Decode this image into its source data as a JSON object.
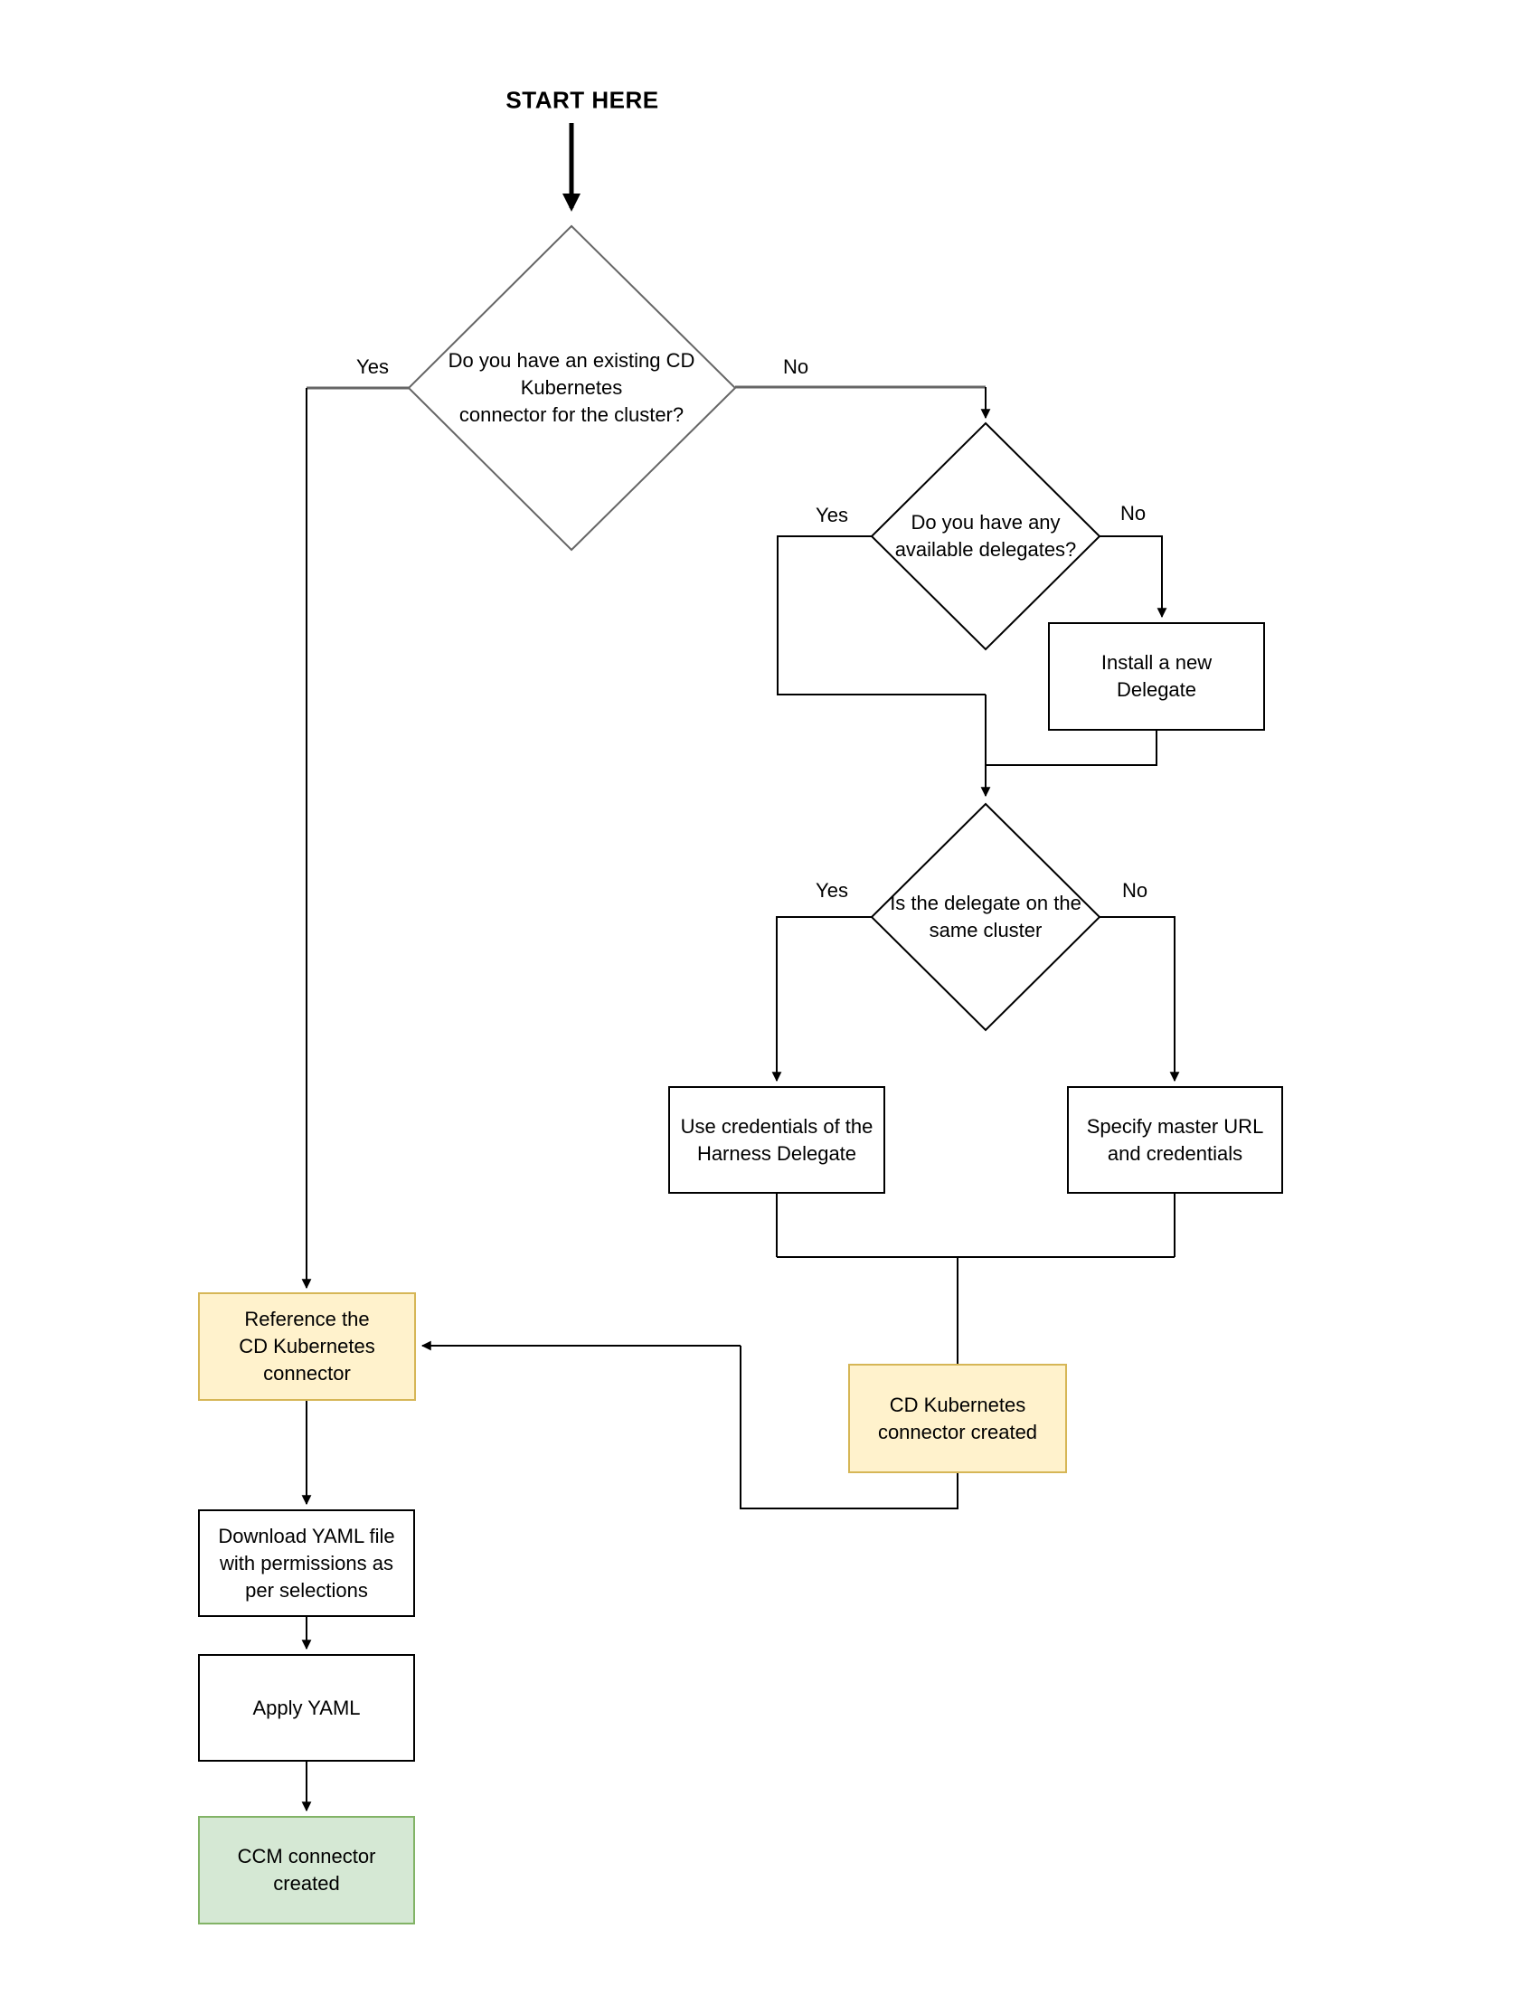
{
  "colors": {
    "line": "#000000",
    "gray-line": "#666666",
    "text": "#000000",
    "yellow-fill": "#FFF2CC",
    "yellow-border": "#D6B656",
    "green-fill": "#D5E8D4",
    "green-border": "#82B366"
  },
  "start": {
    "label": "START HERE"
  },
  "decisions": [
    {
      "label": "Do you have an existing CD\nKubernetes\nconnector for the cluster?",
      "yes": "Yes",
      "no": "No"
    },
    {
      "label": "Do you have any\navailable delegates?",
      "yes": "Yes",
      "no": "No"
    },
    {
      "label": "Is the delegate on the\nsame cluster",
      "yes": "Yes",
      "no": "No"
    }
  ],
  "nodes": {
    "install_delegate": "Install a new\nDelegate",
    "use_credentials": "Use credentials of the\nHarness Delegate",
    "specify_master": "Specify master URL\nand credentials",
    "cd_connector_created": "CD Kubernetes\nconnector created",
    "reference_connector": "Reference the\nCD Kubernetes\nconnector",
    "download_yaml": "Download YAML file\nwith permissions as\nper selections",
    "apply_yaml": "Apply YAML",
    "ccm_connector_created": "CCM connector\ncreated"
  }
}
